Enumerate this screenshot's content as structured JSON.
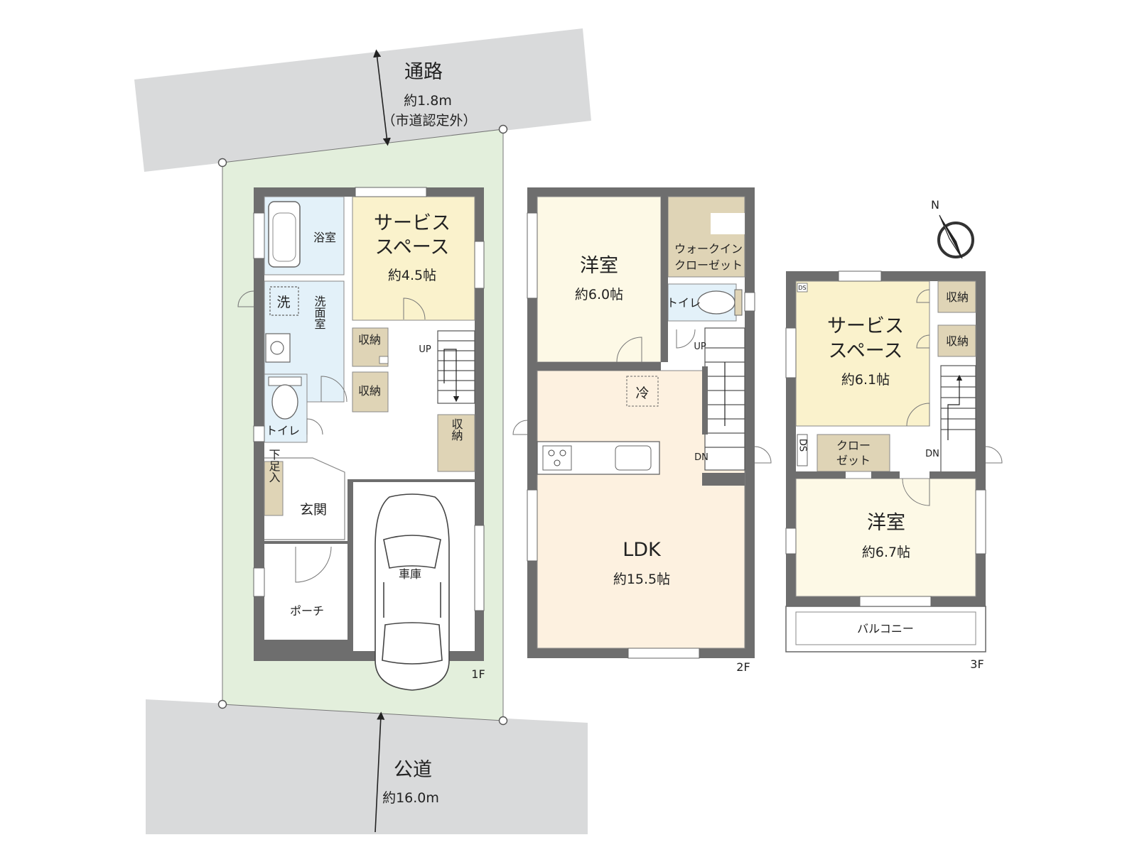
{
  "roads": {
    "passage": {
      "name": "通路",
      "width": "約1.8m",
      "note": "（市道認定外）"
    },
    "public_road": {
      "name": "公道",
      "width": "約16.0m"
    }
  },
  "floor1": {
    "label": "1F",
    "rooms": {
      "bath": "浴室",
      "washer": "洗",
      "washroom": "洗面室",
      "service": "サービス",
      "space": "スペース",
      "service_size": "約4.5帖",
      "storage_a": "収納",
      "storage_b": "収納",
      "storage_c": "収納",
      "toilet": "トイレ",
      "shoe_box": "下足入",
      "entrance": "玄関",
      "garage": "車庫",
      "porch": "ポーチ",
      "stairs": "UP"
    }
  },
  "floor2": {
    "label": "2F",
    "rooms": {
      "western": "洋室",
      "western_size": "約6.0帖",
      "walkin1": "ウォークイン",
      "walkin2": "クローゼット",
      "toilet": "トイレ",
      "fridge": "冷",
      "ldk": "LDK",
      "ldk_size": "約15.5帖",
      "up": "UP",
      "down": "DN"
    }
  },
  "floor3": {
    "label": "3F",
    "rooms": {
      "ds_small": "DS",
      "service": "サービス",
      "space": "スペース",
      "service_size": "約6.1帖",
      "storage_a": "収納",
      "storage_b": "収納",
      "ds": "DS",
      "closet1": "クロー",
      "closet2": "ゼット",
      "down": "DN",
      "western": "洋室",
      "western_size": "約6.7帖",
      "balcony": "バルコニー"
    }
  },
  "compass": {
    "north": "N"
  },
  "colors": {
    "road": "#d9dadb",
    "lot": "#e3efdc",
    "service": "#faf2cc",
    "western": "#fdf9e6",
    "ldk": "#fdf1e0",
    "water": "#e3f1f9",
    "storage": "#dfd4b6",
    "wall": "#6e6e6e"
  }
}
